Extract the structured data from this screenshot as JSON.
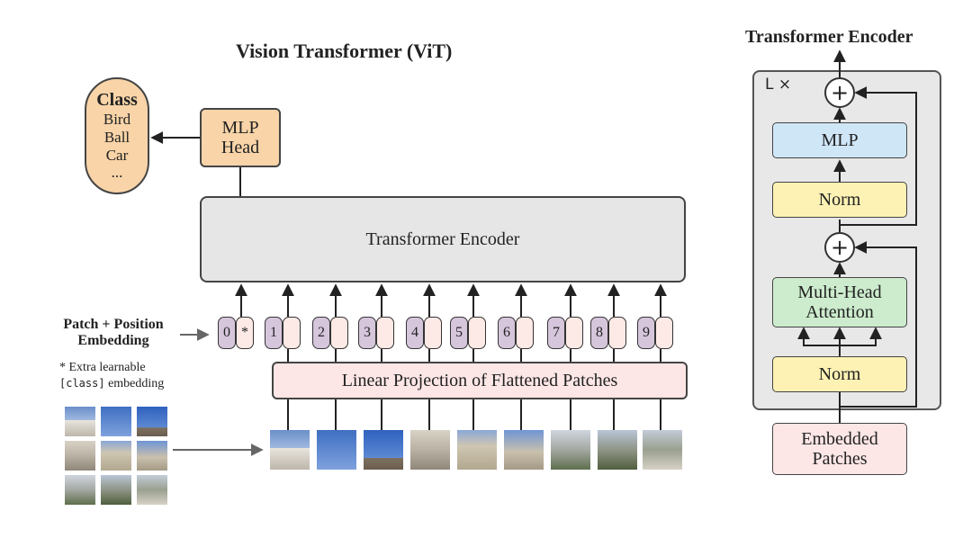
{
  "vit": {
    "title": "Vision Transformer (ViT)",
    "class_box": {
      "heading": "Class",
      "items": [
        "Bird",
        "Ball",
        "Car",
        "..."
      ]
    },
    "mlp_head": {
      "line1": "MLP",
      "line2": "Head"
    },
    "encoder_label": "Transformer Encoder",
    "patch_position_label": {
      "line1": "Patch + Position",
      "line2": "Embedding"
    },
    "extra_note": {
      "line1": "* Extra learnable",
      "code": "[class]",
      "rest": " embedding"
    },
    "projection_label": "Linear Projection of Flattened Patches",
    "tokens": [
      {
        "pos": "0",
        "emb": "*"
      },
      {
        "pos": "1",
        "emb": ""
      },
      {
        "pos": "2",
        "emb": ""
      },
      {
        "pos": "3",
        "emb": ""
      },
      {
        "pos": "4",
        "emb": ""
      },
      {
        "pos": "5",
        "emb": ""
      },
      {
        "pos": "6",
        "emb": ""
      },
      {
        "pos": "7",
        "emb": ""
      },
      {
        "pos": "8",
        "emb": ""
      },
      {
        "pos": "9",
        "emb": ""
      }
    ]
  },
  "encoder_detail": {
    "title": "Transformer Encoder",
    "repeat_label": "L ×",
    "mlp_label": "MLP",
    "norm_top_label": "Norm",
    "mha_label": {
      "line1": "Multi-Head",
      "line2": "Attention"
    },
    "norm_bottom_label": "Norm",
    "plus_symbol": "+",
    "embedded_patches": {
      "line1": "Embedded",
      "line2": "Patches"
    }
  },
  "colors": {
    "class_fill": "#f8d4a8",
    "mlp_head_fill": "#f8d4a8",
    "encoder_fill": "#e6e6e6",
    "projection_fill": "#fde6e6",
    "pos_fill": "#d6c6dc",
    "emb_fill": "#fde9e6",
    "mlp_fill": "#cfe6f7",
    "norm_fill": "#fdf2b4",
    "mha_fill": "#cdeccd",
    "embedded_fill": "#fde6e6",
    "stack_fill": "#e8e8e8"
  }
}
